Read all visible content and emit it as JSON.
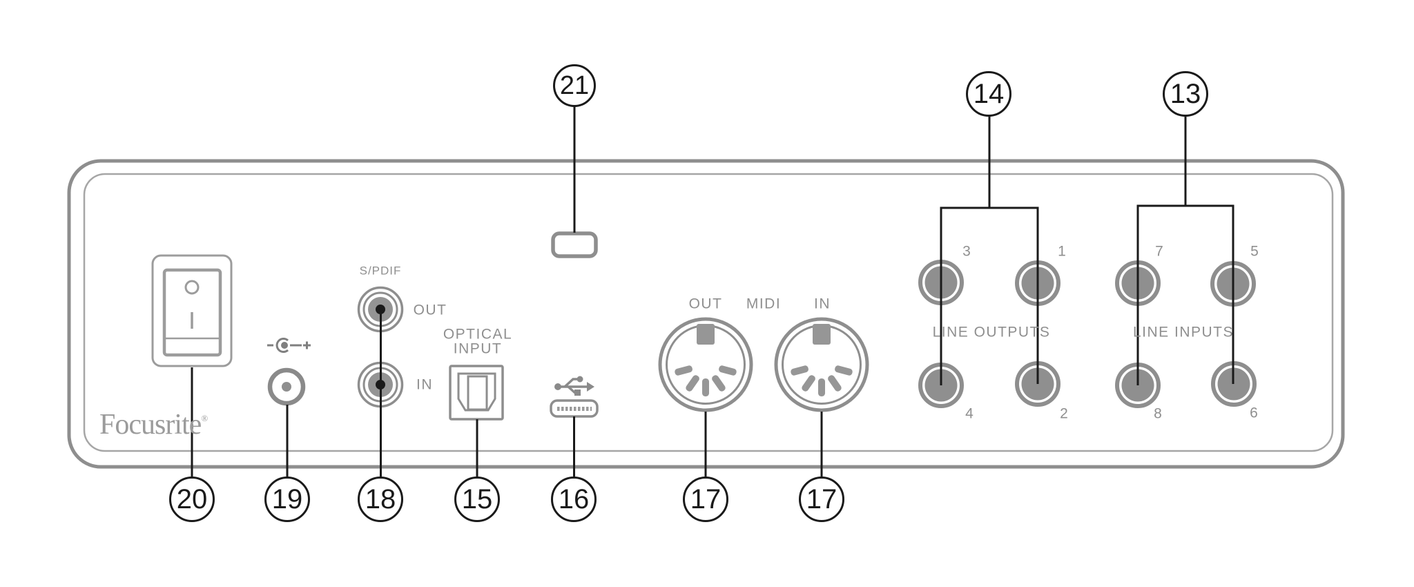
{
  "brand": {
    "logo_text": "Focusrite",
    "registered_mark": "®"
  },
  "ports": {
    "spdif_label": "S/PDIF",
    "spdif_out_label": "OUT",
    "spdif_in_label": "IN",
    "optical_label_line1": "OPTICAL",
    "optical_label_line2": "INPUT",
    "midi_out_label": "OUT",
    "midi_label": "MIDI",
    "midi_in_label": "IN",
    "line_outputs_label": "LINE OUTPUTS",
    "line_inputs_label": "LINE INPUTS",
    "power_off_symbol": "O",
    "power_on_symbol": "I"
  },
  "jacks": {
    "outputs": [
      "3",
      "1",
      "4",
      "2"
    ],
    "inputs": [
      "7",
      "5",
      "8",
      "6"
    ]
  },
  "callouts": {
    "c13": "13",
    "c14": "14",
    "c15": "15",
    "c16": "16",
    "c17_out": "17",
    "c17_in": "17",
    "c18": "18",
    "c19": "19",
    "c20": "20",
    "c21": "21"
  },
  "colors": {
    "background": "#ffffff",
    "panel_border": "#8e8e8e",
    "panel_border_inner": "#a6a6a6",
    "connector_gray": "#8e8e8e",
    "connector_fill": "#8f8f8f",
    "label_gray": "#8f8f8f",
    "logo_gray": "#9b9b9b",
    "callout_line": "#1a1a1a"
  }
}
